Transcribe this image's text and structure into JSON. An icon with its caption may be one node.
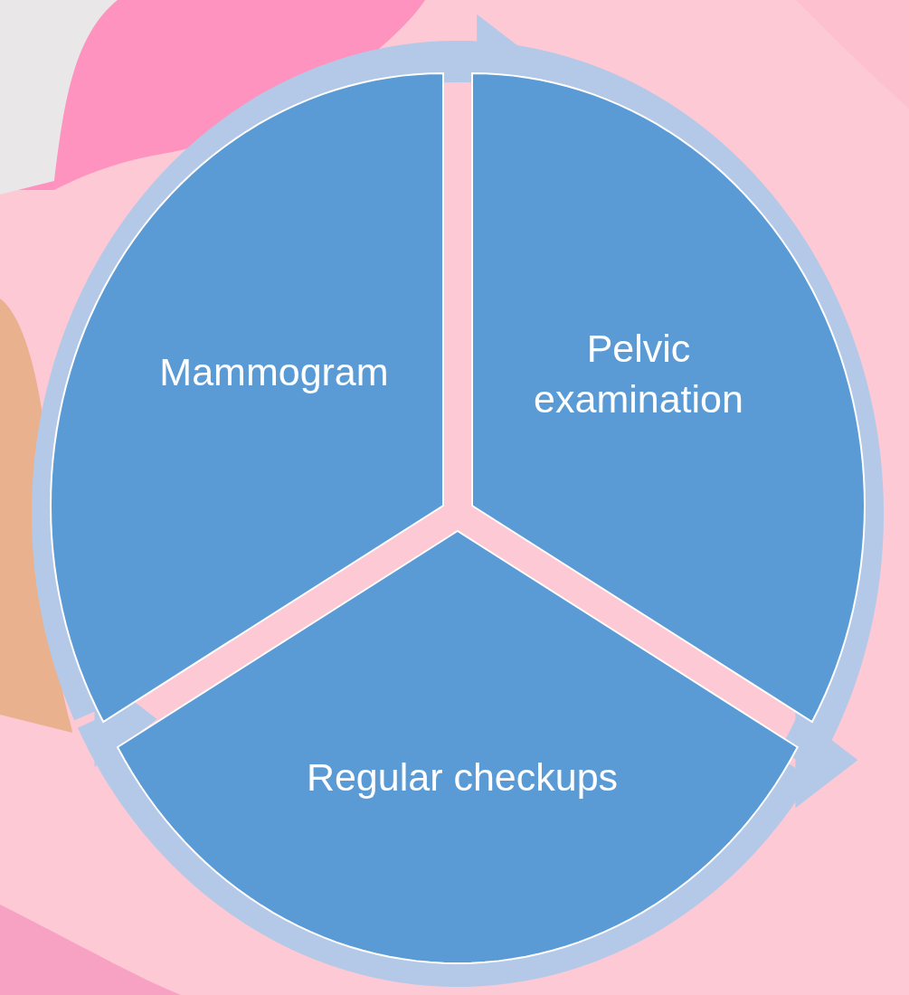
{
  "diagram": {
    "nodes": [
      {
        "text": [
          "Mammogram"
        ]
      },
      {
        "text": [
          "Pelvic examination"
        ]
      },
      {
        "text": [
          "Regular checkups"
        ]
      }
    ],
    "edges": [
      {
        "from": 0,
        "to": 1,
        "arrow": "to"
      },
      {
        "from": 1,
        "to": 2,
        "arrow": "to"
      },
      {
        "from": 2,
        "to": 0,
        "arrow": "to"
      }
    ]
  }
}
